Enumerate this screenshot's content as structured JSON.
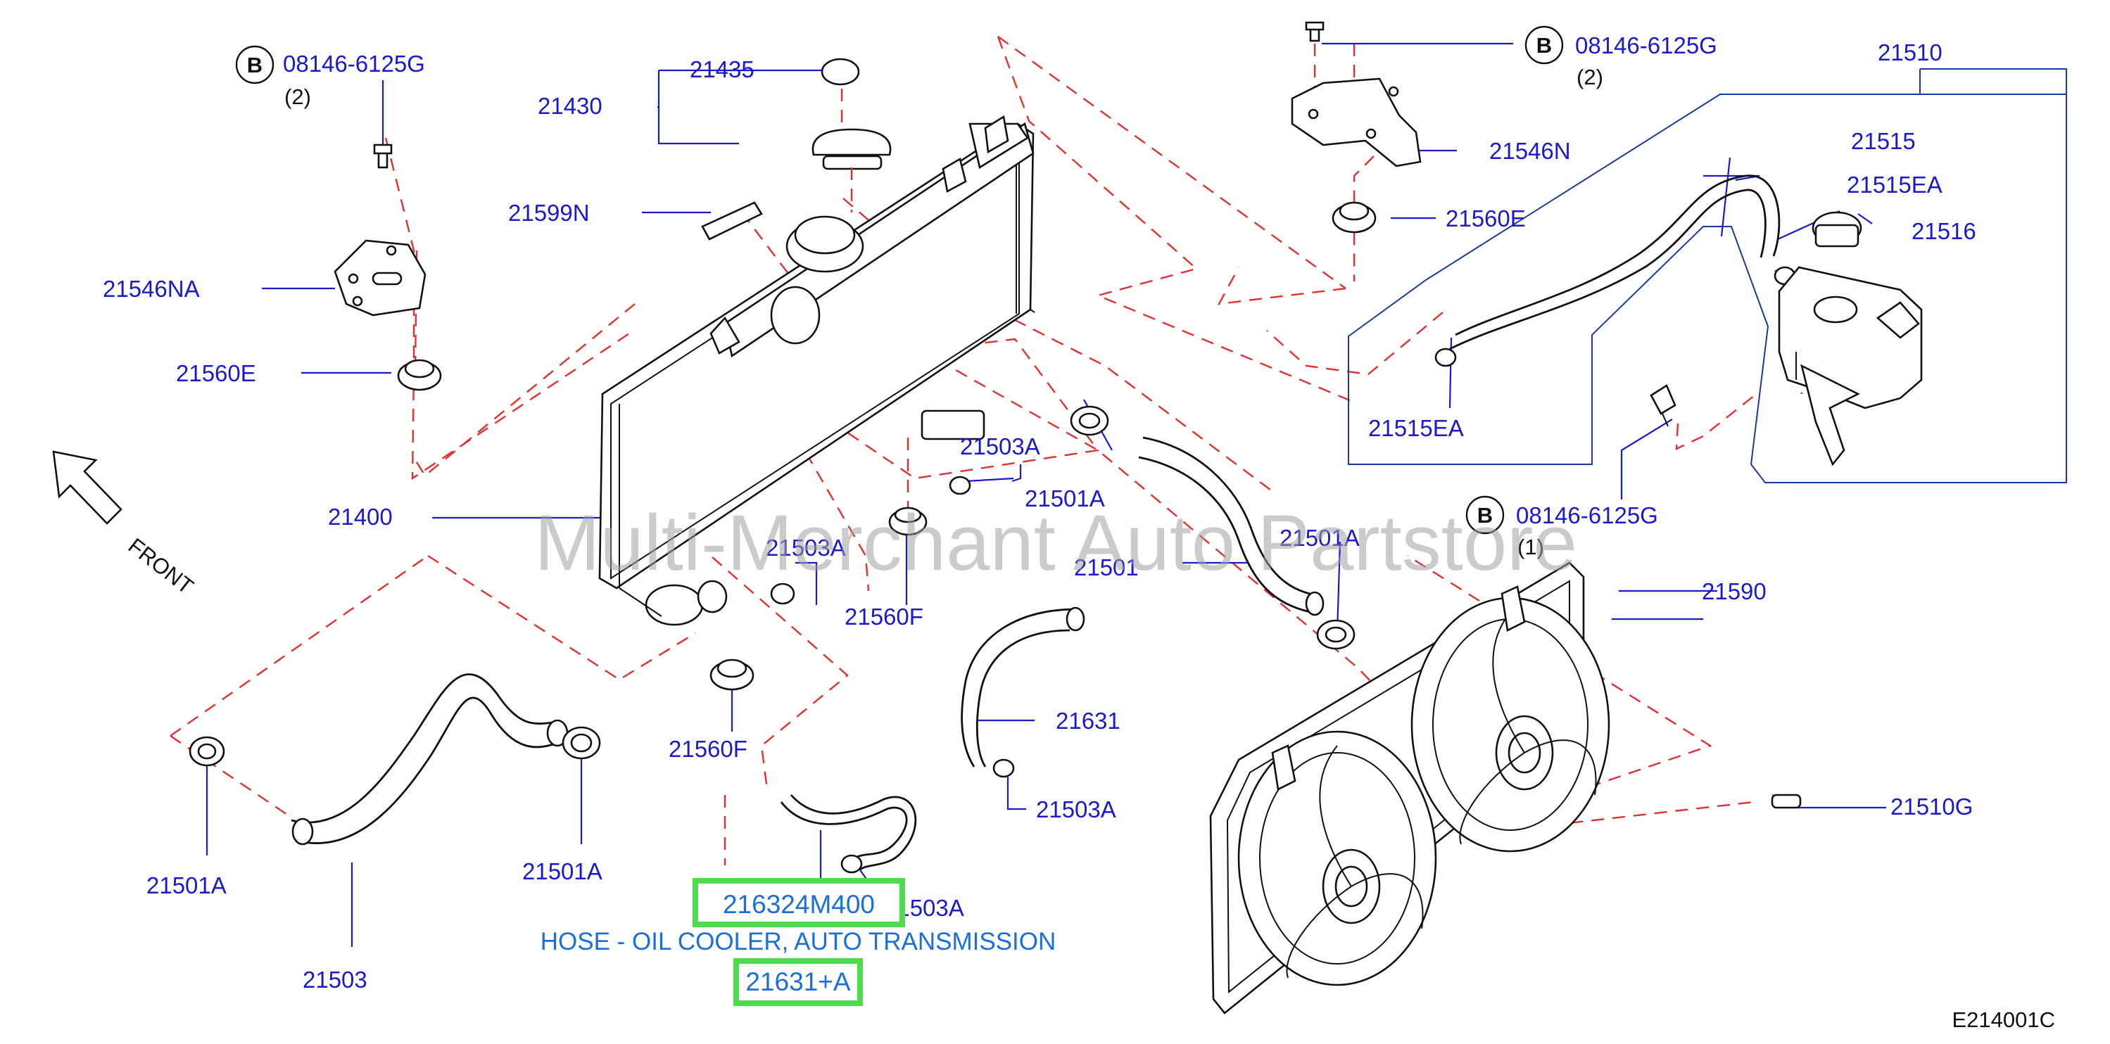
{
  "diagram": {
    "part_labels": {
      "p21435": "21435",
      "p21430": "21430",
      "p21599n": "21599N",
      "p21546na": "21546NA",
      "p21560e_left": "21560E",
      "p21400": "21400",
      "p21503a_top": "21503A",
      "p21501a_mid": "21501A",
      "p21503a_mid": "21503A",
      "p21560f_mid": "21560F",
      "p21501": "21501",
      "p21501a_right": "21501A",
      "p21560f_low": "21560F",
      "p21631": "21631",
      "p21503a_low": "21503A",
      "p21501a_left": "21501A",
      "p21501a_lowmid": "21501A",
      "p21503": "21503",
      "p21503a_bottom": "21503A",
      "p21546n": "21546N",
      "p21560e_right": "21560E",
      "p21510": "21510",
      "p21515": "21515",
      "p21515ea_top": "21515EA",
      "p21516": "21516",
      "p21515ea_low": "21515EA",
      "p21590": "21590",
      "p21510g": "21510G"
    },
    "bolt_refs": {
      "left": {
        "letter": "B",
        "code": "08146-6125G",
        "qty": "(2)"
      },
      "top": {
        "letter": "B",
        "code": "08146-6125G",
        "qty": "(2)"
      },
      "right": {
        "letter": "B",
        "code": "08146-6125G",
        "qty": "(1)"
      }
    },
    "front_label": "FRONT",
    "highlight_part": "216324M400",
    "highlight_desc": "HOSE - OIL COOLER, AUTO TRANSMISSION",
    "highlight_ref": "21631+A",
    "watermark": "Multi-Merchant Auto Partstore",
    "diagram_code": "E214001C"
  },
  "colors": {
    "label_blue": "#1a1acc",
    "highlight_blue": "#1a6fd8",
    "highlight_box": "#4fdc4f",
    "dash_red": "#e03030"
  }
}
